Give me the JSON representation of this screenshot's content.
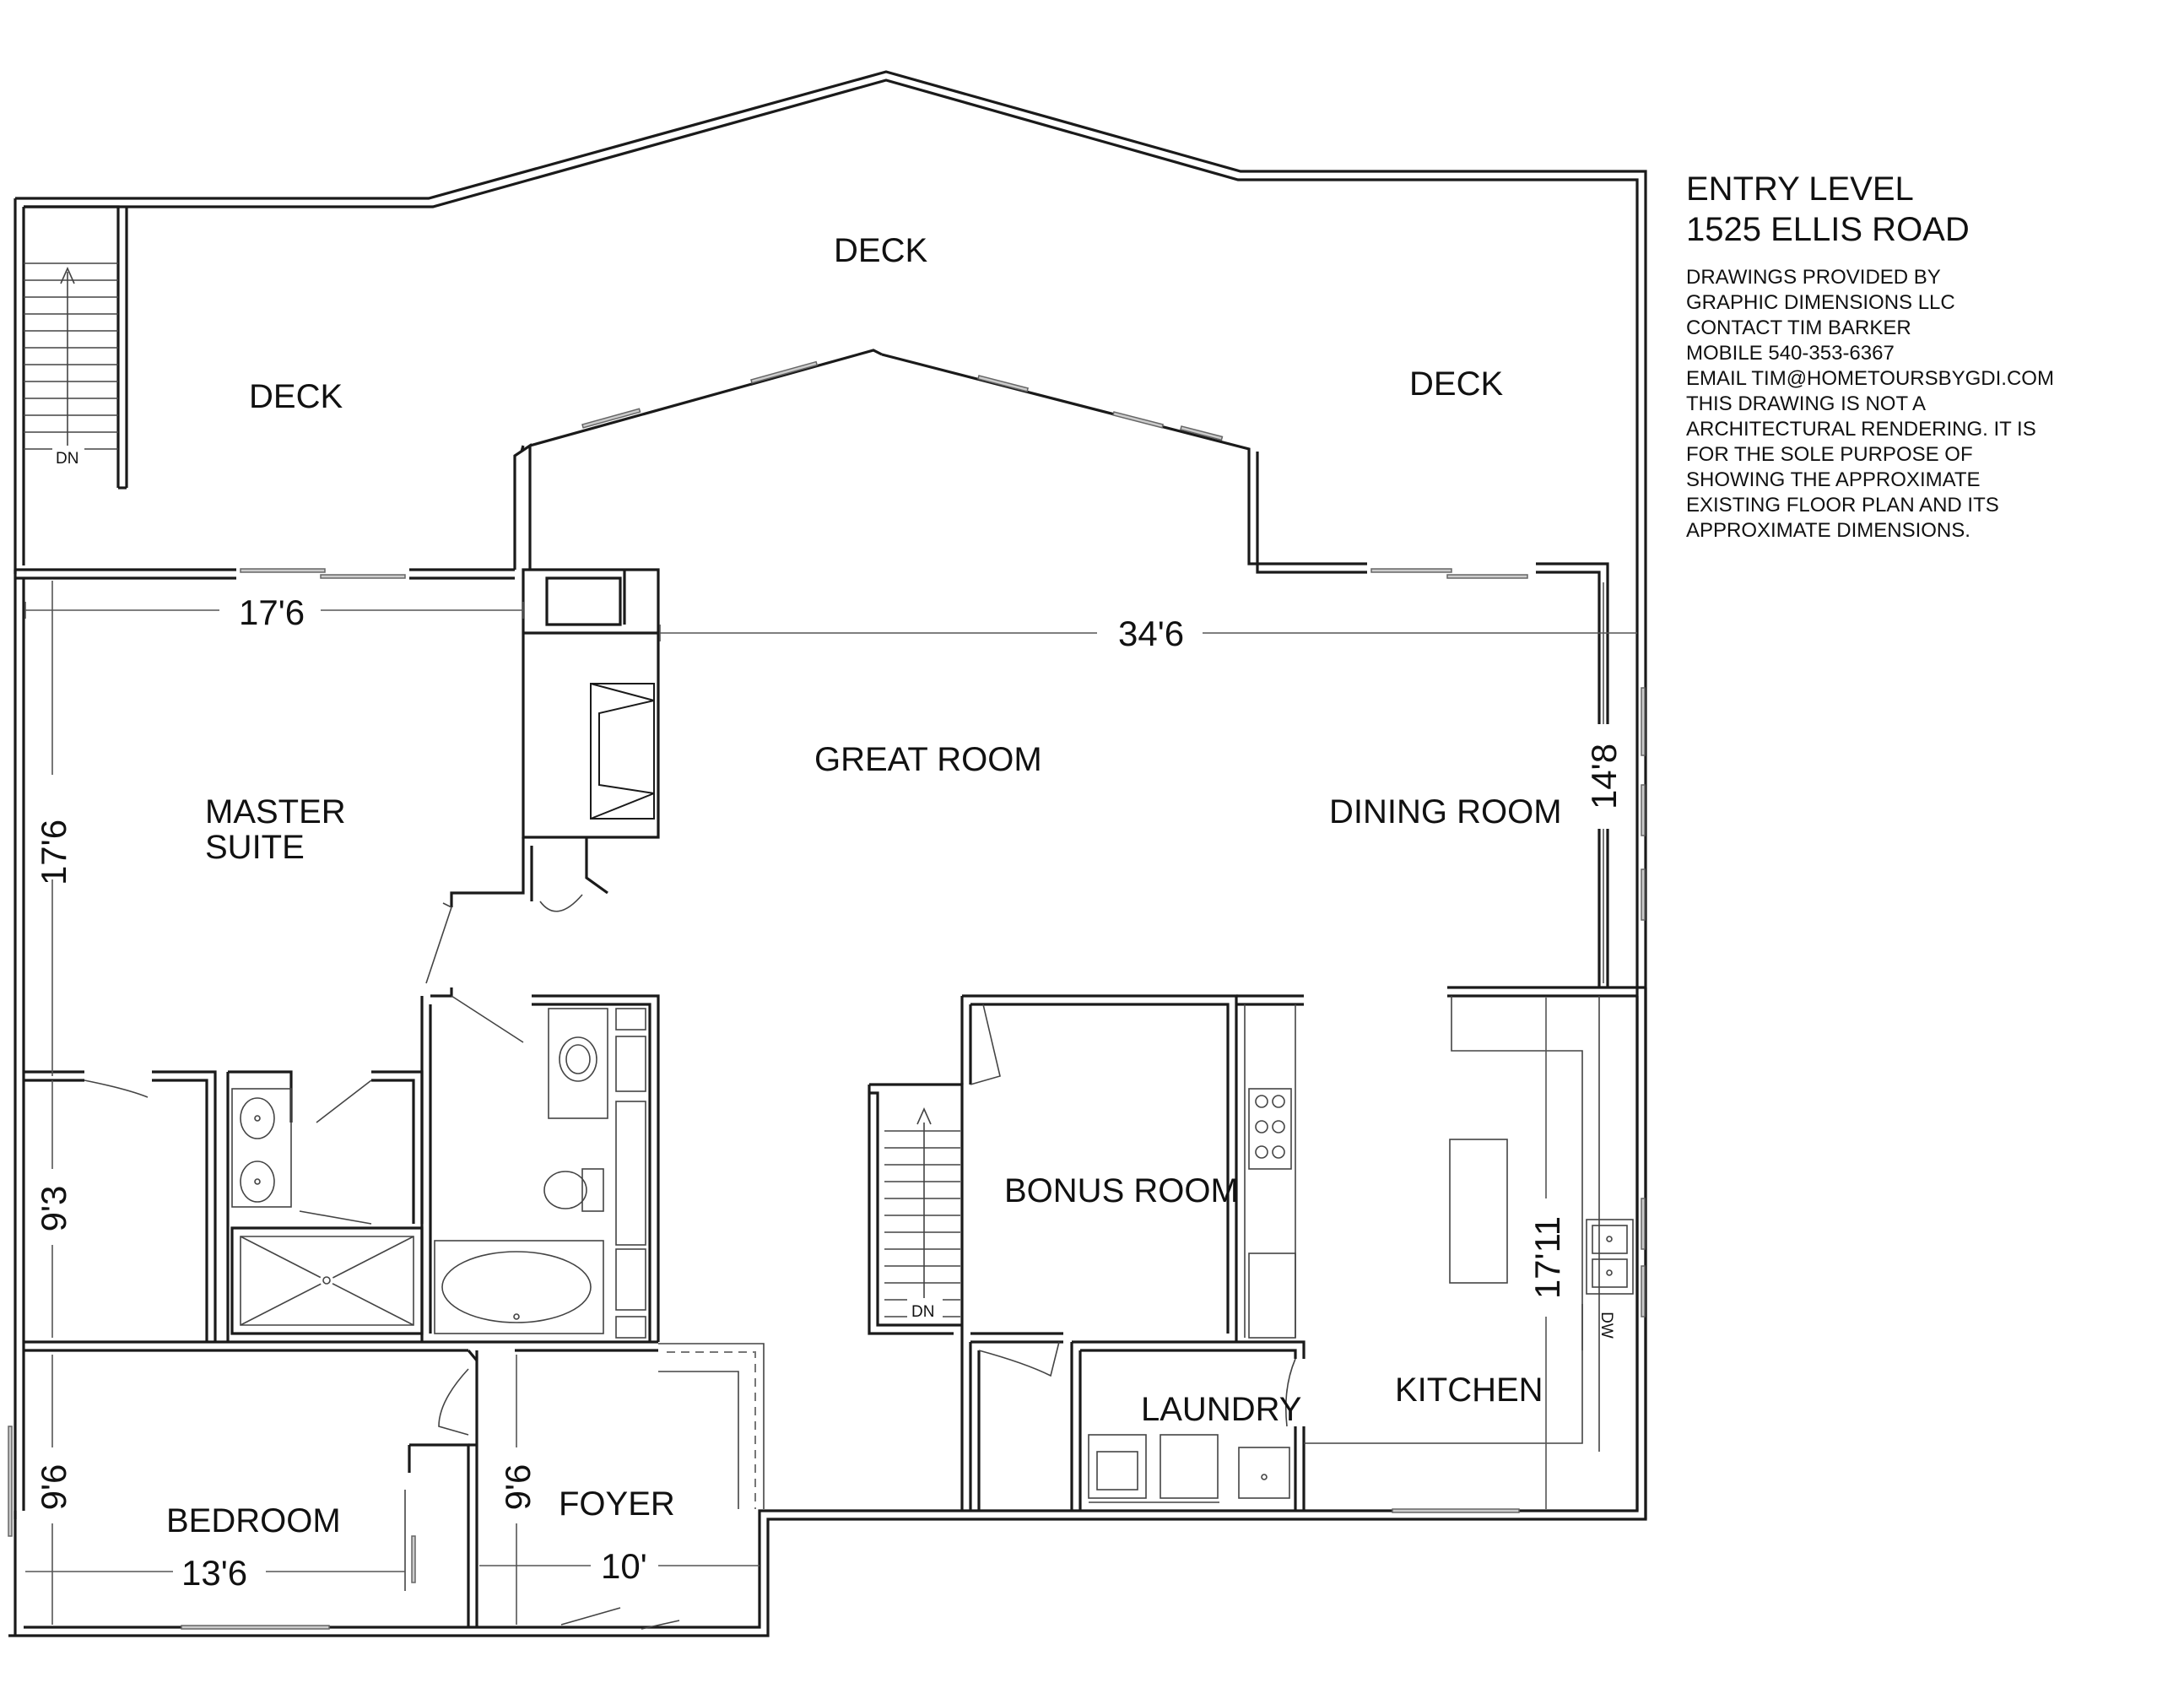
{
  "title": {
    "line1": "ENTRY LEVEL",
    "line2": "1525 ELLIS ROAD"
  },
  "credits": [
    "DRAWINGS PROVIDED BY",
    "GRAPHIC DIMENSIONS LLC",
    "CONTACT TIM BARKER",
    "MOBILE  540-353-6367",
    "EMAIL TIM@HOMETOURSBYGDI.COM",
    "THIS DRAWING IS NOT A",
    "ARCHITECTURAL RENDERING.  IT IS",
    "FOR THE SOLE PURPOSE OF",
    "SHOWING THE APPROXIMATE",
    "EXISTING FLOOR PLAN AND ITS",
    "APPROXIMATE DIMENSIONS."
  ],
  "rooms": {
    "deck_left": "DECK",
    "deck_center": "DECK",
    "deck_right": "DECK",
    "great_room": "GREAT ROOM",
    "master_line1": "MASTER",
    "master_line2": "SUITE",
    "dining_room": "DINING ROOM",
    "bonus_room": "BONUS ROOM",
    "laundry": "LAUNDRY",
    "kitchen": "KITCHEN",
    "foyer": "FOYER",
    "bedroom": "BEDROOM"
  },
  "dimensions": {
    "master_width": "17'6",
    "master_depth": "17'6",
    "great_width": "34'6",
    "dining_depth": "14'8",
    "bath_depth": "9'3",
    "bedroom_depth": "9'6",
    "bedroom_width": "13'6",
    "foyer_depth": "9'6",
    "foyer_width": "10'",
    "kitchen_depth": "17'11"
  },
  "markers": {
    "stair_down_top": "DN",
    "stair_down_middle": "DN",
    "dishwasher": "DW"
  }
}
